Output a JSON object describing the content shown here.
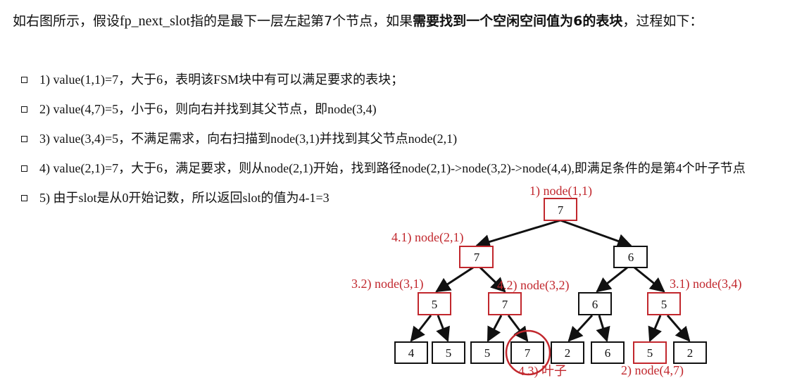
{
  "intro": {
    "part1": "如右图所示，假设",
    "mono": "fp_next_slot",
    "part2": "指的是最下一层左起第7个节点，如果",
    "bold": "需要找到一个空闲空间值为6的表块",
    "part3": "，过程如下："
  },
  "steps": [
    "1) value(1,1)=7，大于6，表明该FSM块中有可以满足要求的表块；",
    "2) value(4,7)=5，小于6，则向右并找到其父节点，即node(3,4)",
    "3) value(3,4)=5，不满足需求，向右扫描到node(3,1)并找到其父节点node(2,1)",
    "4) value(2,1)=7，大于6，满足要求，则从node(2,1)开始，找到路径node(2,1)->node(3,2)->node(4,4),即满足条件的是第4个叶子节点",
    "5) 由于slot是从0开始记数，所以返回slot的值为4-1=3"
  ],
  "tree": {
    "level1": [
      "7"
    ],
    "level2": [
      "7",
      "6"
    ],
    "level3": [
      "5",
      "7",
      "6",
      "5"
    ],
    "level4": [
      "4",
      "5",
      "5",
      "7",
      "2",
      "6",
      "5",
      "2"
    ]
  },
  "annotations": {
    "n11": "1) node(1,1)",
    "n21": "4.1) node(2,1)",
    "n31": "3.2) node(3,1)",
    "n32": "4.2) node(3,2)",
    "n34": "3.1) node(3,4)",
    "n44": "4.3) 叶子",
    "n47": "2) node(4,7)"
  },
  "colors": {
    "highlight": "#c1272d",
    "text": "#111111"
  }
}
